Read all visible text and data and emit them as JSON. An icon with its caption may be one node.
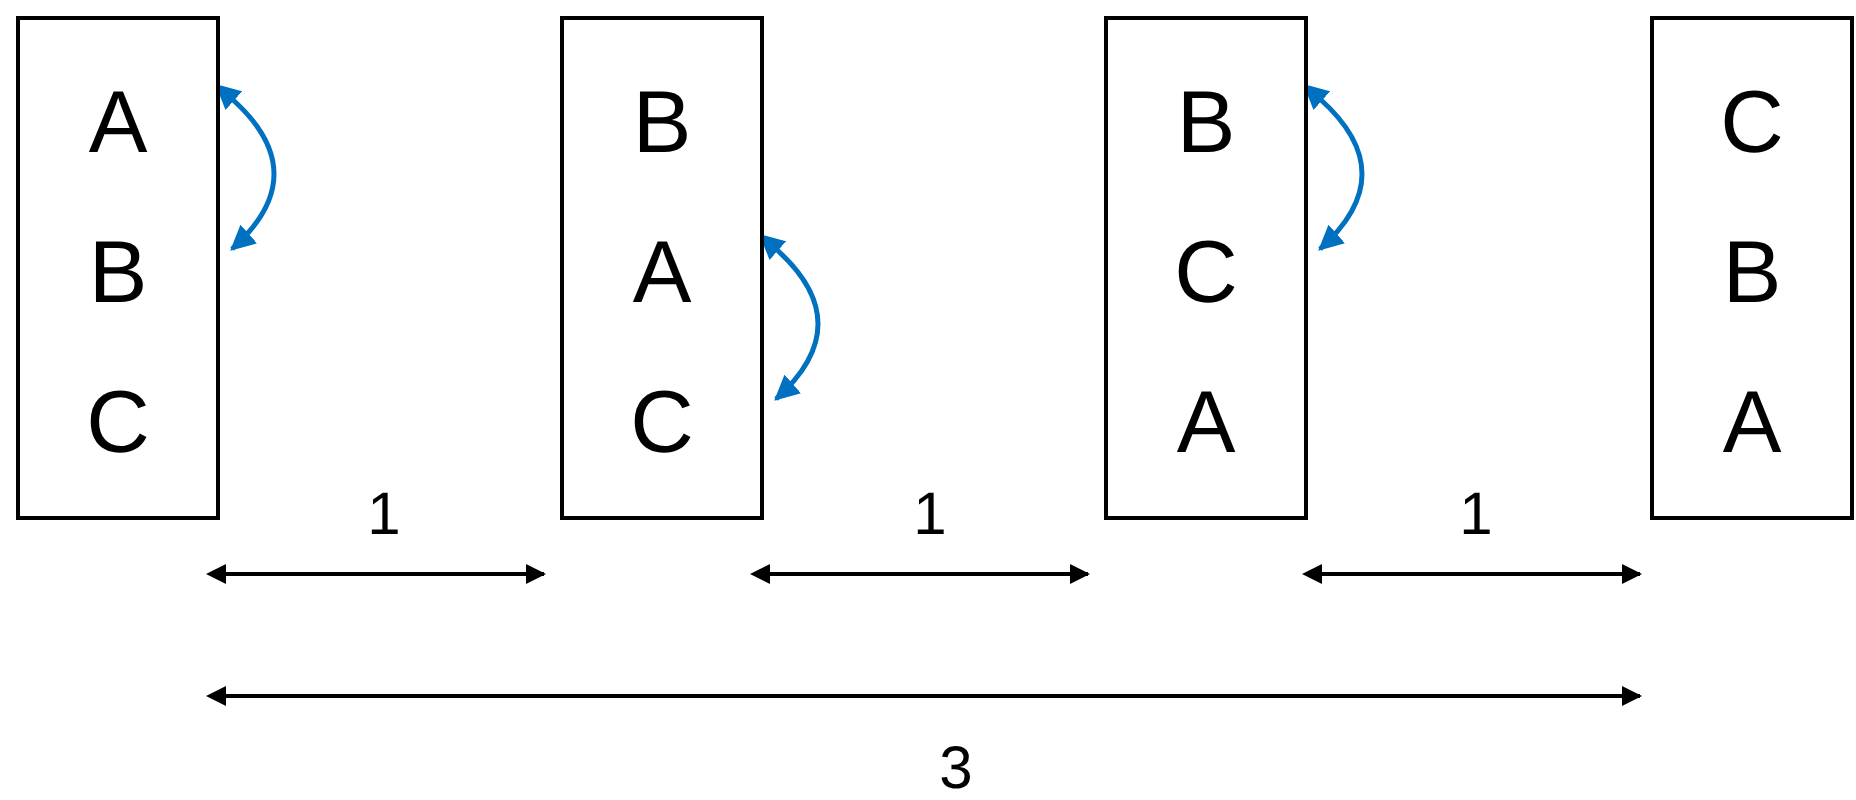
{
  "diagram": {
    "nodes": [
      {
        "text": [],
        "shape": "box"
      },
      {
        "text": [
          "A"
        ],
        "in": 0
      },
      {
        "text": [
          "B"
        ],
        "in": 0
      },
      {
        "text": [
          "C"
        ],
        "in": 0
      },
      {
        "text": [],
        "shape": "box"
      },
      {
        "text": [
          "B"
        ],
        "in": 4
      },
      {
        "text": [
          "A"
        ],
        "in": 4
      },
      {
        "text": [
          "C"
        ],
        "in": 4
      },
      {
        "text": [],
        "shape": "box"
      },
      {
        "text": [
          "B"
        ],
        "in": 8
      },
      {
        "text": [
          "C"
        ],
        "in": 8
      },
      {
        "text": [
          "A"
        ],
        "in": 8
      },
      {
        "text": [],
        "shape": "box"
      },
      {
        "text": [
          "C"
        ],
        "in": 12
      },
      {
        "text": [
          "B"
        ],
        "in": 12
      },
      {
        "text": [
          "A"
        ],
        "in": 12
      }
    ],
    "edges": [
      {
        "from": 1,
        "to": 2,
        "arrow": "both",
        "color": "#0070c0"
      },
      {
        "from": 6,
        "to": 7,
        "arrow": "both",
        "color": "#0070c0"
      },
      {
        "from": 9,
        "to": 10,
        "arrow": "both",
        "color": "#0070c0"
      }
    ],
    "labels": [
      "1",
      "1",
      "1",
      "3"
    ]
  }
}
